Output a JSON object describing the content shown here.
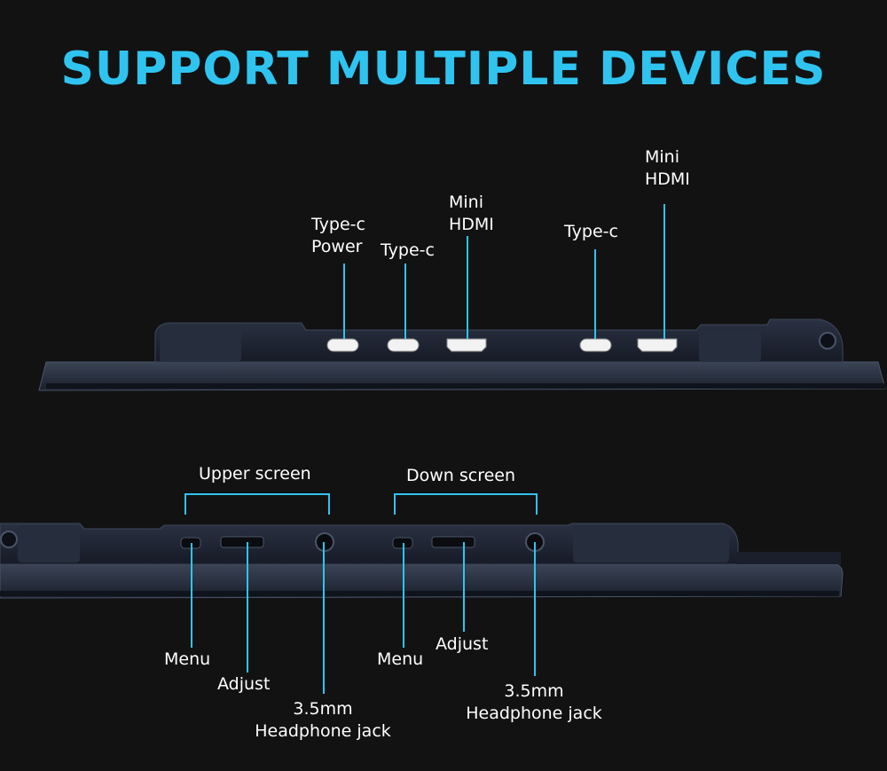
{
  "title": "SUPPORT MULTIPLE DEVICES",
  "top_ports": {
    "typec_power_line1": "Type-c",
    "typec_power_line2": "Power",
    "typec_1": "Type-c",
    "mini_hdmi_1_line1": "Mini",
    "mini_hdmi_1_line2": "HDMI",
    "typec_2": "Type-c",
    "mini_hdmi_2_line1": "Mini",
    "mini_hdmi_2_line2": "HDMI"
  },
  "bottom_controls": {
    "upper_screen": "Upper screen",
    "down_screen": "Down screen",
    "menu_1": "Menu",
    "adjust_1": "Adjust",
    "jack_1_line1": "3.5mm",
    "jack_1_line2": "Headphone jack",
    "menu_2": "Menu",
    "adjust_2": "Adjust",
    "jack_2_line1": "3.5mm",
    "jack_2_line2": "Headphone jack"
  },
  "colors": {
    "accent": "#2fc4f0",
    "background": "#121212",
    "device_body": "#1c2230",
    "port_white": "#f2f2f2"
  }
}
